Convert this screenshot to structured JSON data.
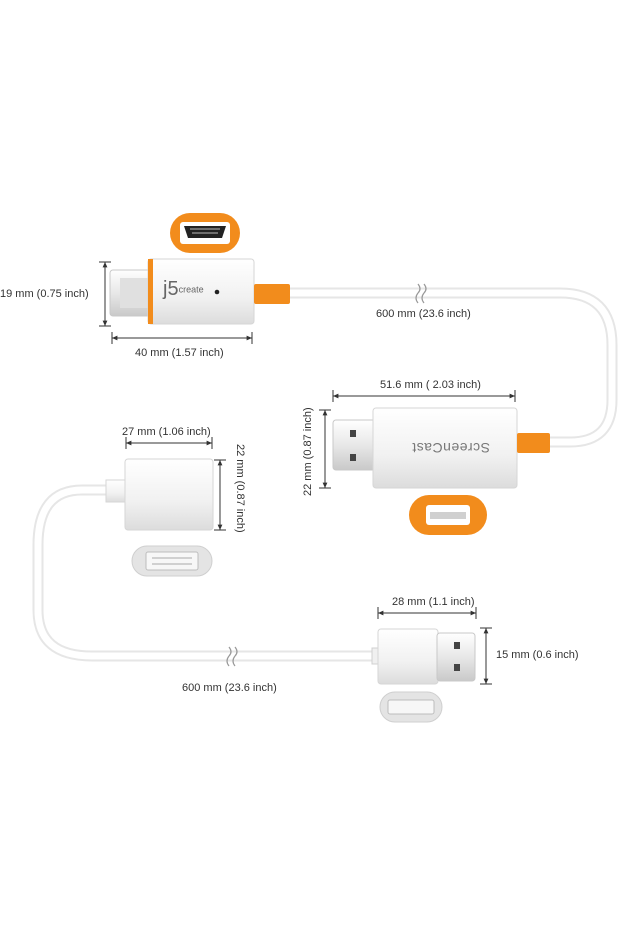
{
  "brand": {
    "logo_text": "j5",
    "logo_sub": "create",
    "device_label": "ScreenCast"
  },
  "colors": {
    "accent": "#f28c1c",
    "body": "#f4f4f4",
    "cable": "#ffffff",
    "line": "#333333"
  },
  "dimensions": {
    "hdmi_height": "19 mm (0.75 inch)",
    "hdmi_width": "40 mm (1.57 inch)",
    "cable_top": "600 mm (23.6 inch)",
    "receiver_width": "51.6 mm ( 2.03 inch)",
    "receiver_height": "22 mm (0.87 inch)",
    "adapter_width": "27 mm (1.06 inch)",
    "adapter_height": "22 mm (0.87 inch)",
    "usb_width": "28 mm (1.1 inch)",
    "usb_height": "15 mm (0.6 inch)",
    "cable_bottom": "600 mm (23.6 inch)"
  }
}
